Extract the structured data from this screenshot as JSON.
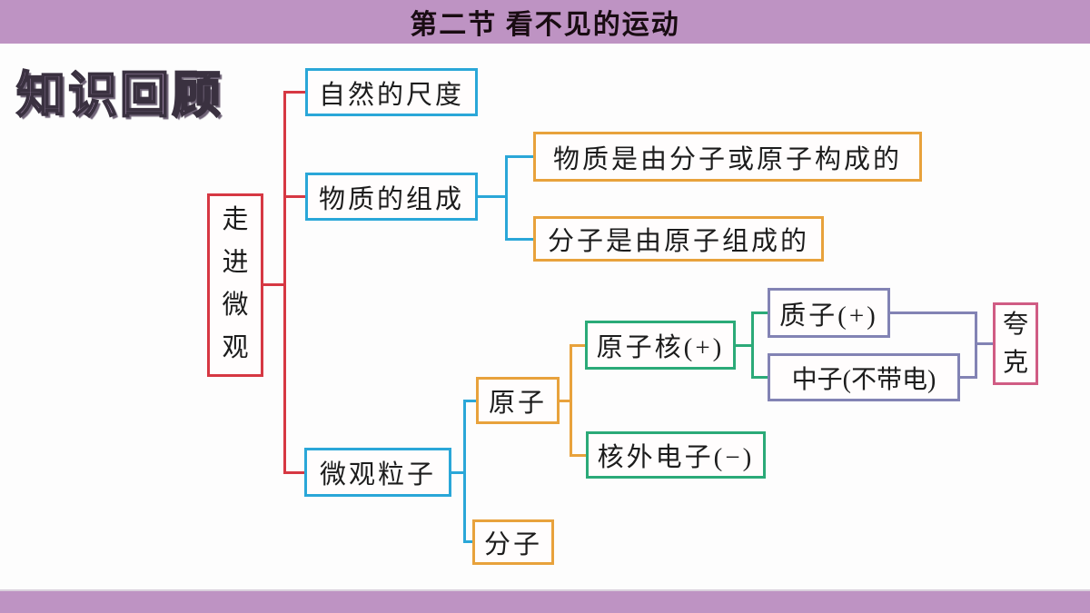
{
  "header": {
    "title": "第二节 看不见的运动"
  },
  "main": {
    "heading": "知识回顾"
  },
  "palette": {
    "bar": "#be93c3",
    "red": "#d63843",
    "cyan": "#2aa7d8",
    "orange": "#e8a23c",
    "green": "#2baa78",
    "violet": "#8283b4",
    "pink": "#d05c84",
    "title_text": "#190c12",
    "node_text": "#1c1c1c"
  },
  "diagram": {
    "nodes": {
      "root": "走进微观",
      "natural_scale": "自然的尺度",
      "matter_composition": "物质的组成",
      "matter_statement": "物质是由分子或原子构成的",
      "molecule_statement": "分子是由原子组成的",
      "micro_particles": "微观粒子",
      "atom": "原子",
      "molecule": "分子",
      "nucleus": "原子核(+)",
      "outer_electron": "核外电子(−)",
      "proton": "质子(+)",
      "neutron": "中子(不带电)",
      "quark": "夸克"
    },
    "edges": [
      {
        "from": "走进微观",
        "to": "自然的尺度",
        "color": "red"
      },
      {
        "from": "走进微观",
        "to": "物质的组成",
        "color": "red"
      },
      {
        "from": "走进微观",
        "to": "微观粒子",
        "color": "red"
      },
      {
        "from": "物质的组成",
        "to": "物质是由分子或原子构成的",
        "color": "cyan"
      },
      {
        "from": "物质的组成",
        "to": "分子是由原子组成的",
        "color": "cyan"
      },
      {
        "from": "微观粒子",
        "to": "原子",
        "color": "cyan"
      },
      {
        "from": "微观粒子",
        "to": "分子",
        "color": "cyan"
      },
      {
        "from": "原子",
        "to": "原子核(+)",
        "color": "orange"
      },
      {
        "from": "原子",
        "to": "核外电子(−)",
        "color": "orange"
      },
      {
        "from": "原子核(+)",
        "to": "质子(+)",
        "color": "green"
      },
      {
        "from": "原子核(+)",
        "to": "中子(不带电)",
        "color": "green"
      },
      {
        "from": "质子(+)",
        "to": "夸克",
        "color": "violet"
      },
      {
        "from": "中子(不带电)",
        "to": "夸克",
        "color": "violet"
      }
    ]
  }
}
